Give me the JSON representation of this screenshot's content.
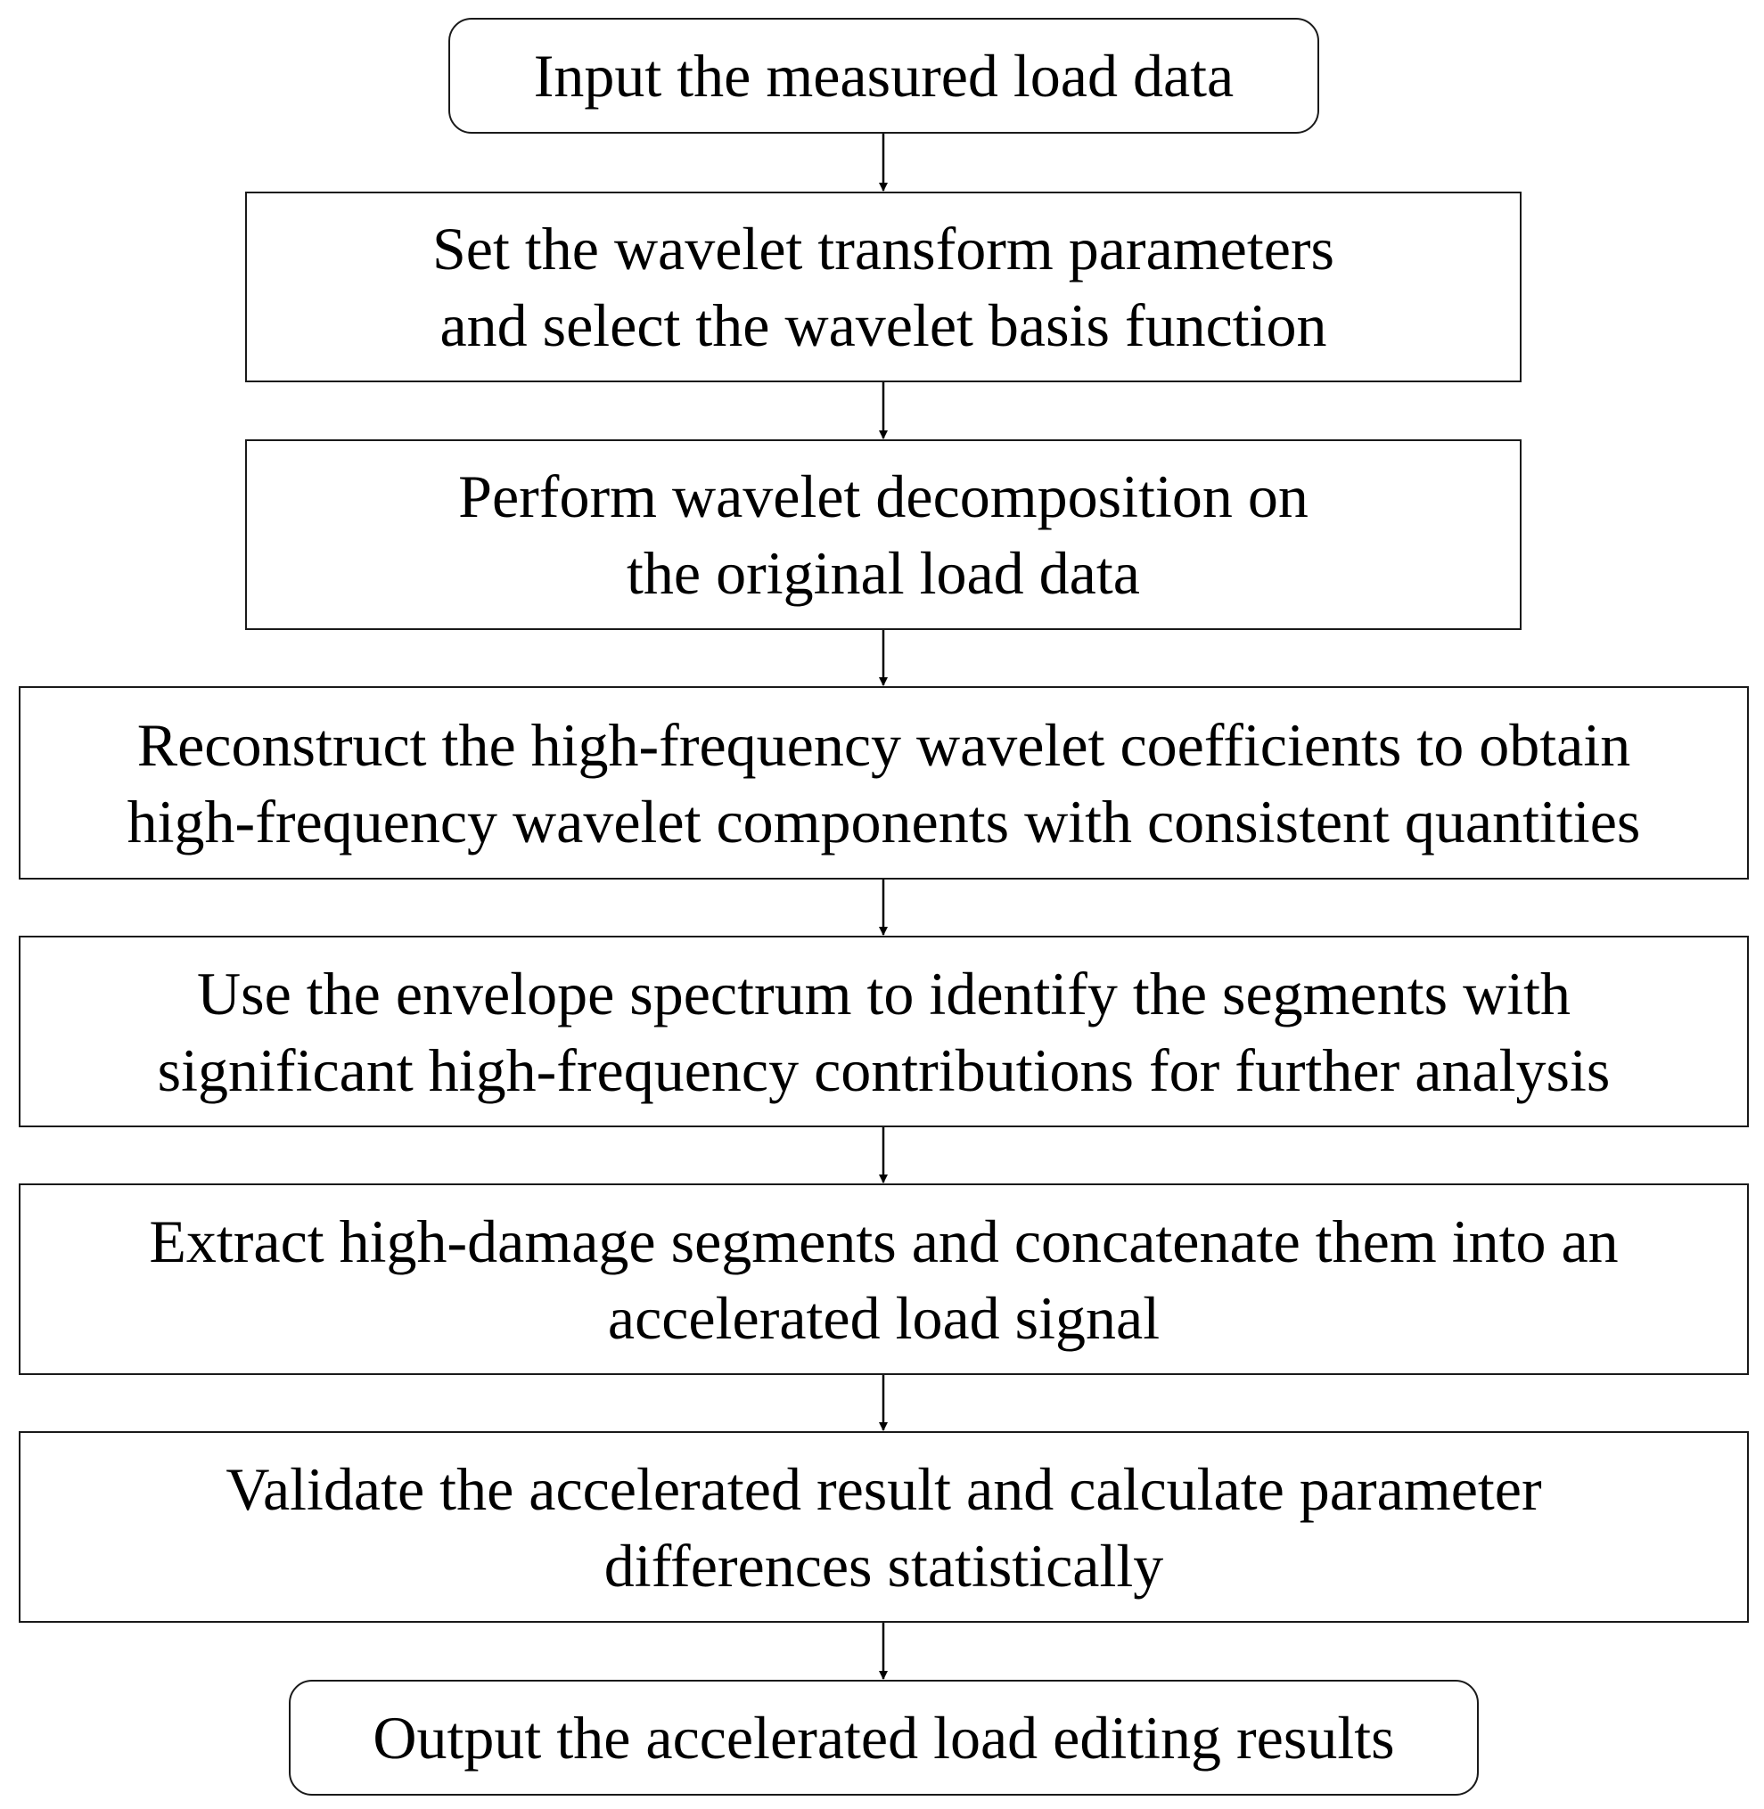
{
  "flowchart": {
    "steps": [
      {
        "lines": [
          "Input the measured load data"
        ]
      },
      {
        "lines": [
          "Set the wavelet transform parameters",
          "and select the wavelet basis function"
        ]
      },
      {
        "lines": [
          "Perform wavelet decomposition on",
          "the original load data"
        ]
      },
      {
        "lines": [
          "Reconstruct the high-frequency wavelet coefficients to obtain",
          "high-frequency wavelet components with consistent quantities"
        ]
      },
      {
        "lines": [
          "Use the envelope spectrum to identify the segments with",
          "significant high-frequency contributions for further analysis"
        ]
      },
      {
        "lines": [
          "Extract high-damage segments and concatenate them into an",
          "accelerated load signal"
        ]
      },
      {
        "lines": [
          "Validate the accelerated result and calculate parameter",
          "differences statistically"
        ]
      },
      {
        "lines": [
          "Output the accelerated load editing results"
        ]
      }
    ]
  }
}
